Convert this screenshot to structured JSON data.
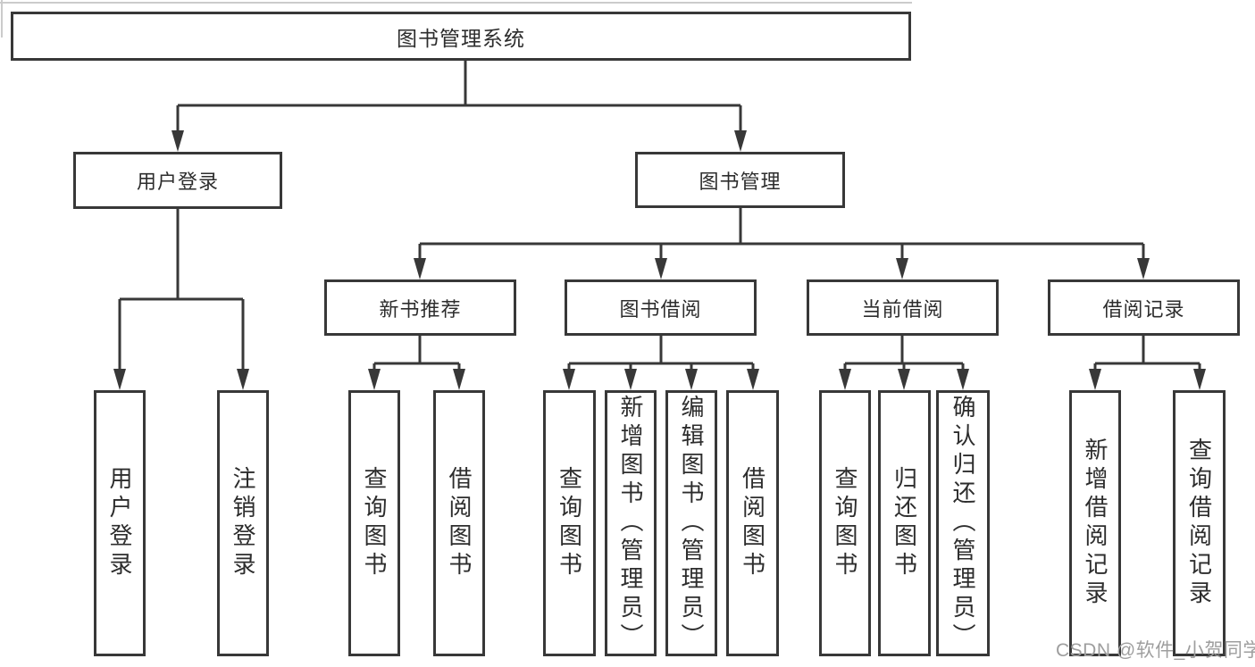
{
  "watermark": "CSDN @软件_小贺同学",
  "colors": {
    "line": "#383838",
    "text": "#2d2d2d",
    "watermark": "#9e9e9e",
    "background": "#ffffff"
  },
  "tree": {
    "label": "图书管理系统",
    "children": [
      {
        "label": "用户登录",
        "children": [
          {
            "label": "用户登录"
          },
          {
            "label": "注销登录"
          }
        ]
      },
      {
        "label": "图书管理",
        "children": [
          {
            "label": "新书推荐",
            "children": [
              {
                "label": "查询图书"
              },
              {
                "label": "借阅图书"
              }
            ]
          },
          {
            "label": "图书借阅",
            "children": [
              {
                "label": "查询图书"
              },
              {
                "label": "新增图书（管理员）"
              },
              {
                "label": "编辑图书（管理员）"
              },
              {
                "label": "借阅图书"
              }
            ]
          },
          {
            "label": "当前借阅",
            "children": [
              {
                "label": "查询图书"
              },
              {
                "label": "归还图书"
              },
              {
                "label": "确认归还（管理员）"
              }
            ]
          },
          {
            "label": "借阅记录",
            "children": [
              {
                "label": "新增借阅记录"
              },
              {
                "label": "查询借阅记录"
              }
            ]
          }
        ]
      }
    ]
  }
}
